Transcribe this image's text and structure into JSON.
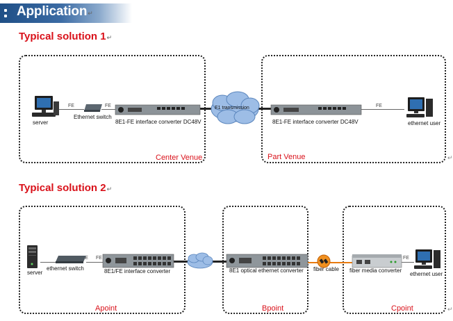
{
  "header": {
    "title": "Application",
    "mark": "↵"
  },
  "solutions": [
    {
      "title": "Typical solution 1",
      "fe_labels": [
        "FE",
        "FE",
        "FE"
      ],
      "labels": {
        "server": "server",
        "switch": "Ethernet switch",
        "converter_left": "8E1-FE interface converter DC48V",
        "cloud": "E1 transmission",
        "converter_right": "8E1-FE interface converter DC48V",
        "user": "ethernet user"
      },
      "zones": [
        "Center  Venue",
        "Part Venue"
      ]
    },
    {
      "title": "Typical solution 2",
      "fe_labels": [
        "FE",
        "FE",
        "FE"
      ],
      "labels": {
        "server": "server",
        "switch": "ethernet switch",
        "converter_a": "8E1/FE interface converter",
        "converter_b": "8E1 optical ethernet converter",
        "fiber": "fiber cable",
        "media": "fiber media converter",
        "user": "ethernet user"
      },
      "zones": [
        "Apoint",
        "Bpoint",
        "Cpoint"
      ]
    }
  ],
  "icons": {
    "computer": "computer-icon",
    "switch": "switch-icon",
    "converter": "rack-converter-icon",
    "cloud": "cloud-icon",
    "tower": "server-tower-icon",
    "fiber": "fiber-connector-icon",
    "media": "media-converter-icon"
  },
  "colors": {
    "accent_red": "#d9111a",
    "banner_blue": "#1f4f86",
    "cloud_blue": "#7ea4d6",
    "fiber_orange": "#e87b10"
  }
}
